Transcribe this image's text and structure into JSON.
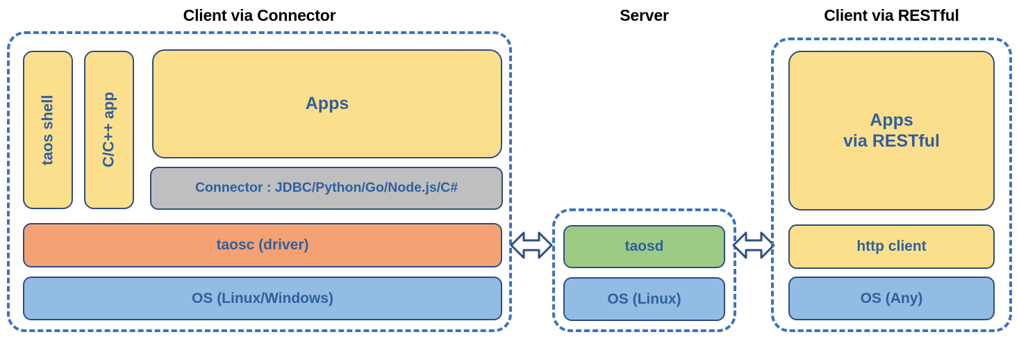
{
  "diagram": {
    "title": "TDengine architecture: client / server connectivity",
    "accent_border": "#3B72C4",
    "box_border": "#2E4D80",
    "text_color": "#30609E",
    "title_color": "#000000",
    "fills": {
      "yellow": "#FCDF8C",
      "gray": "#BFBFBF",
      "orange": "#F4A173",
      "blue": "#92BCE3",
      "green": "#9CCC84"
    }
  },
  "sections": {
    "client_connector": {
      "title": "Client via Connector",
      "boxes": {
        "taos_shell": "taos shell",
        "c_cpp_app": "C/C++ app",
        "apps": "Apps",
        "connector": "Connector : JDBC/Python/Go/Node.js/C#",
        "taosc": "taosc (driver)",
        "os": "OS (Linux/Windows)"
      }
    },
    "server": {
      "title": "Server",
      "boxes": {
        "taosd": "taosd",
        "os": "OS (Linux)"
      }
    },
    "client_restful": {
      "title": "Client via RESTful",
      "boxes": {
        "apps_line1": "Apps",
        "apps_line2": "via RESTful",
        "http_client": "http client",
        "os": "OS (Any)"
      }
    }
  },
  "connectors": [
    {
      "name": "taosc-to-taosd",
      "icon": "double-arrow-icon"
    },
    {
      "name": "taosd-to-http-client",
      "icon": "double-arrow-icon"
    }
  ]
}
